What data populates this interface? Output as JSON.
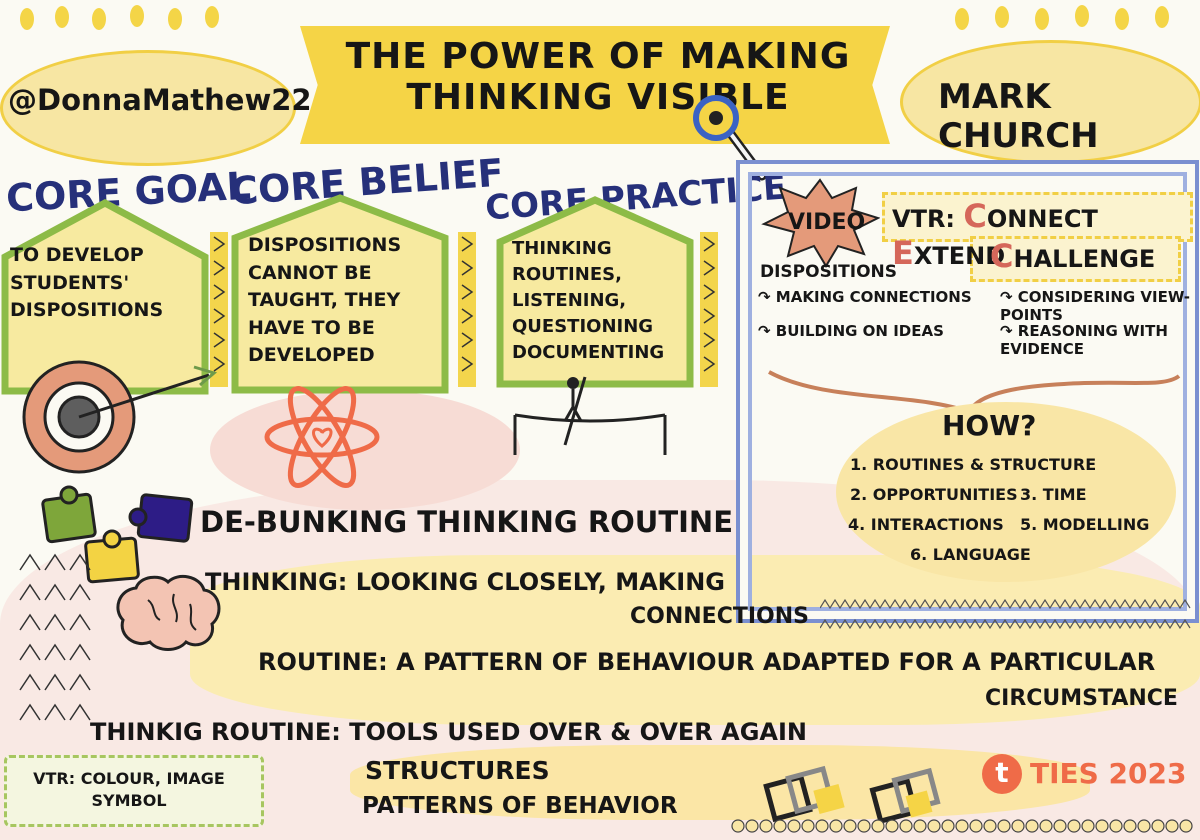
{
  "title": "The Power Of Making Thinking Visible",
  "handle": "@DonnaMathew22",
  "speaker": "MARK CHURCH",
  "core_goal": {
    "label": "Core Goal",
    "text": "To Develop Students' Dispositions"
  },
  "core_belief": {
    "label": "Core Belief",
    "text": "Dispositions cannot be taught, they have to be developed"
  },
  "core_practice": {
    "label": "Core Practice",
    "text": "Thinking routines, listening, questioning documenting"
  },
  "video": {
    "badge": "VIDEO",
    "vtr_prefix": "VTR:",
    "vtr_c1": "C",
    "vtr_w1": "onnect",
    "vtr_e": "E",
    "vtr_w2": "xtend",
    "vtr_c2": "C",
    "vtr_w3": "hallenge",
    "dispositions_label": "Dispositions",
    "dispositions": [
      "Making connections",
      "Considering view-points",
      "Building on Ideas",
      "Reasoning with evidence"
    ],
    "how_title": "HOW?",
    "how_items": [
      "1. Routines & structure",
      "2. Opportunities",
      "3. Time",
      "4. Interactions",
      "5. Modelling",
      "6. Language"
    ]
  },
  "debunking_title": "De-bunking Thinking Routine",
  "thinking_line1": "Thinking: Looking closely, making",
  "thinking_line2": "connections",
  "routine_line1": "Routine: A pattern of behaviour adapted for a particular",
  "routine_line2": "circumstance",
  "thinking_routine_line": "Thinkig routine: Tools used over & over again",
  "structures": "Structures",
  "patterns": "Patterns of behavior",
  "vtr_box": "VTR: Colour, Image Symbol",
  "ties_logo": "t",
  "ties": "TIES 2023",
  "colors": {
    "yellow": "#f5d446",
    "navy": "#26307a",
    "green": "#8dbb47",
    "pink": "#f2c9c4",
    "orange": "#e76f43",
    "frame": "#7a8fd0"
  }
}
